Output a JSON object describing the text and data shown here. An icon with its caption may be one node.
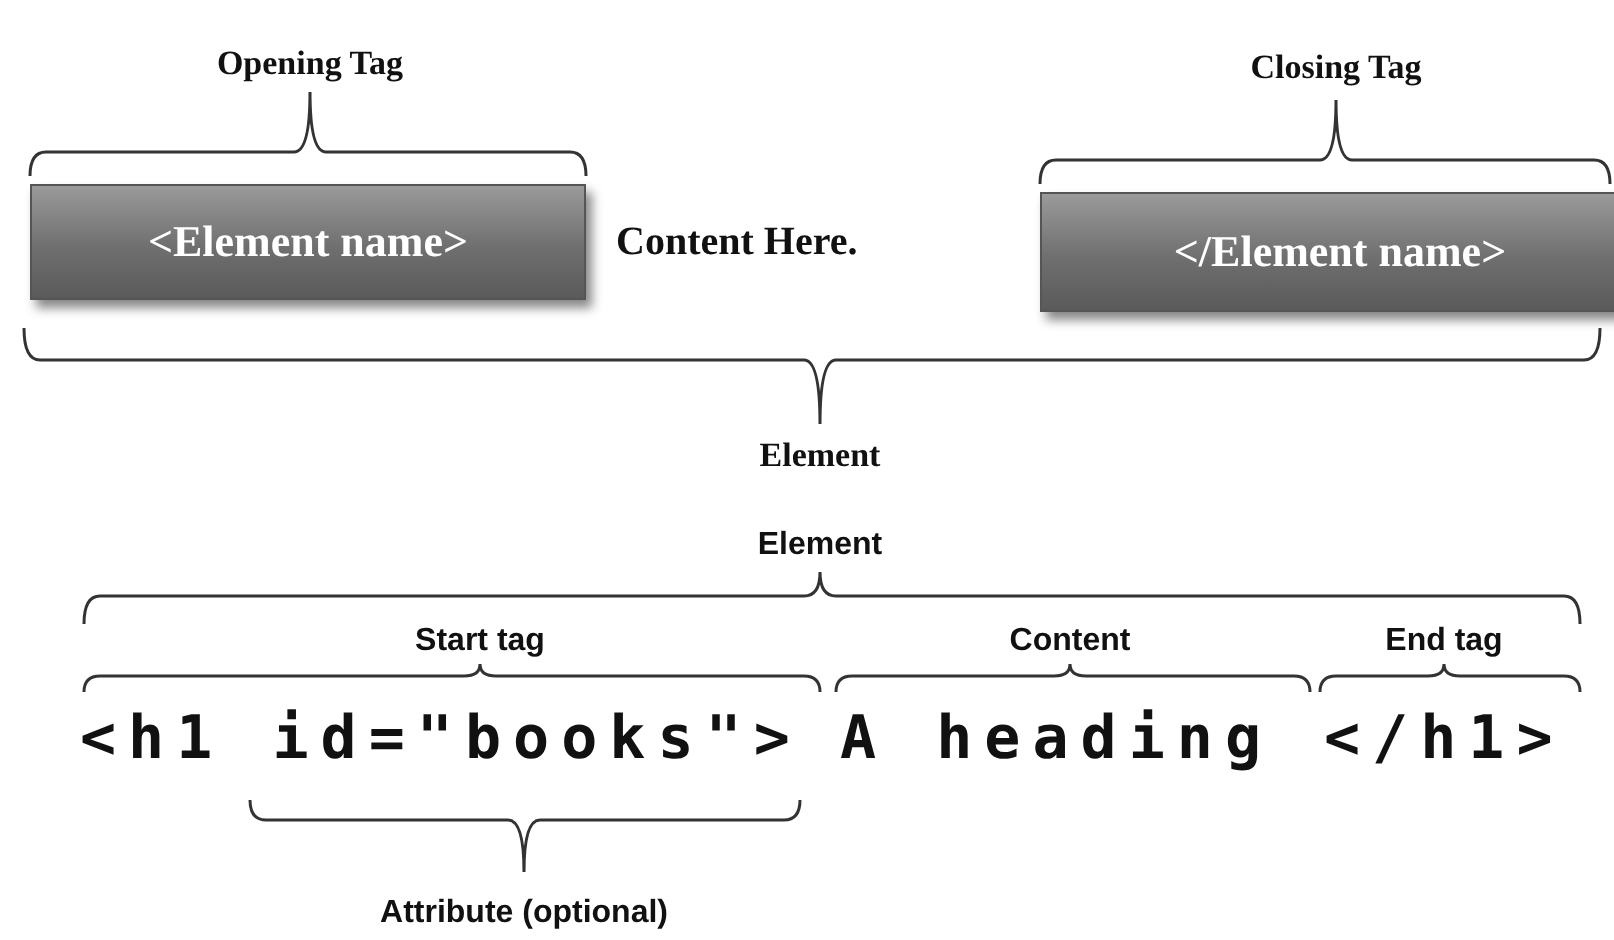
{
  "diagram": {
    "nodes": [
      {
        "text": [
          "<Element name>"
        ]
      },
      {
        "text": [
          "</Element name>"
        ]
      }
    ],
    "edges": [],
    "labels": [
      "Opening Tag",
      "Closing Tag",
      "Content Here.",
      "Element",
      "Element",
      "Start tag",
      "Content",
      "End tag",
      "<h1 id=\"books\">",
      "A heading",
      "</h1>",
      "Attribute (optional)"
    ]
  }
}
